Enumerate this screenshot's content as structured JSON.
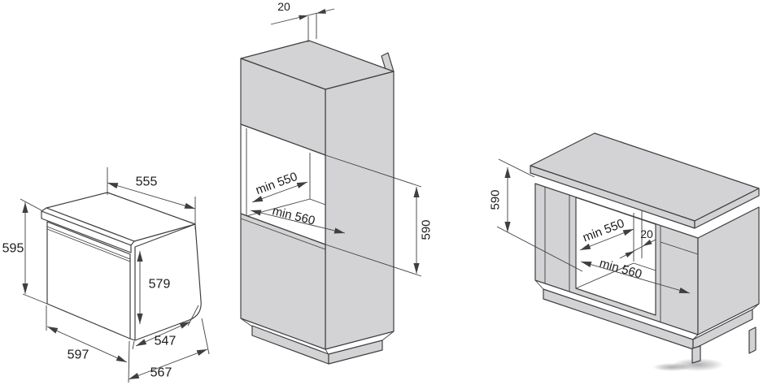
{
  "colors": {
    "cabinet_fill": "#d3d3d5",
    "outline": "#3f3f3f",
    "label": "#1c1c1c",
    "background": "#ffffff"
  },
  "oven_view": {
    "labels": {
      "top_width": "555",
      "front_height": "595",
      "body_height": "579",
      "front_width": "597",
      "body_depth": "547",
      "total_depth": "567"
    }
  },
  "tall_cabinet_view": {
    "labels": {
      "rear_gap": "20",
      "niche_depth": "min 550",
      "niche_width": "min 560",
      "niche_height": "590"
    }
  },
  "base_cabinet_view": {
    "labels": {
      "niche_height": "590",
      "niche_depth": "min 550",
      "rear_gap": "20",
      "niche_width": "min 560"
    }
  }
}
